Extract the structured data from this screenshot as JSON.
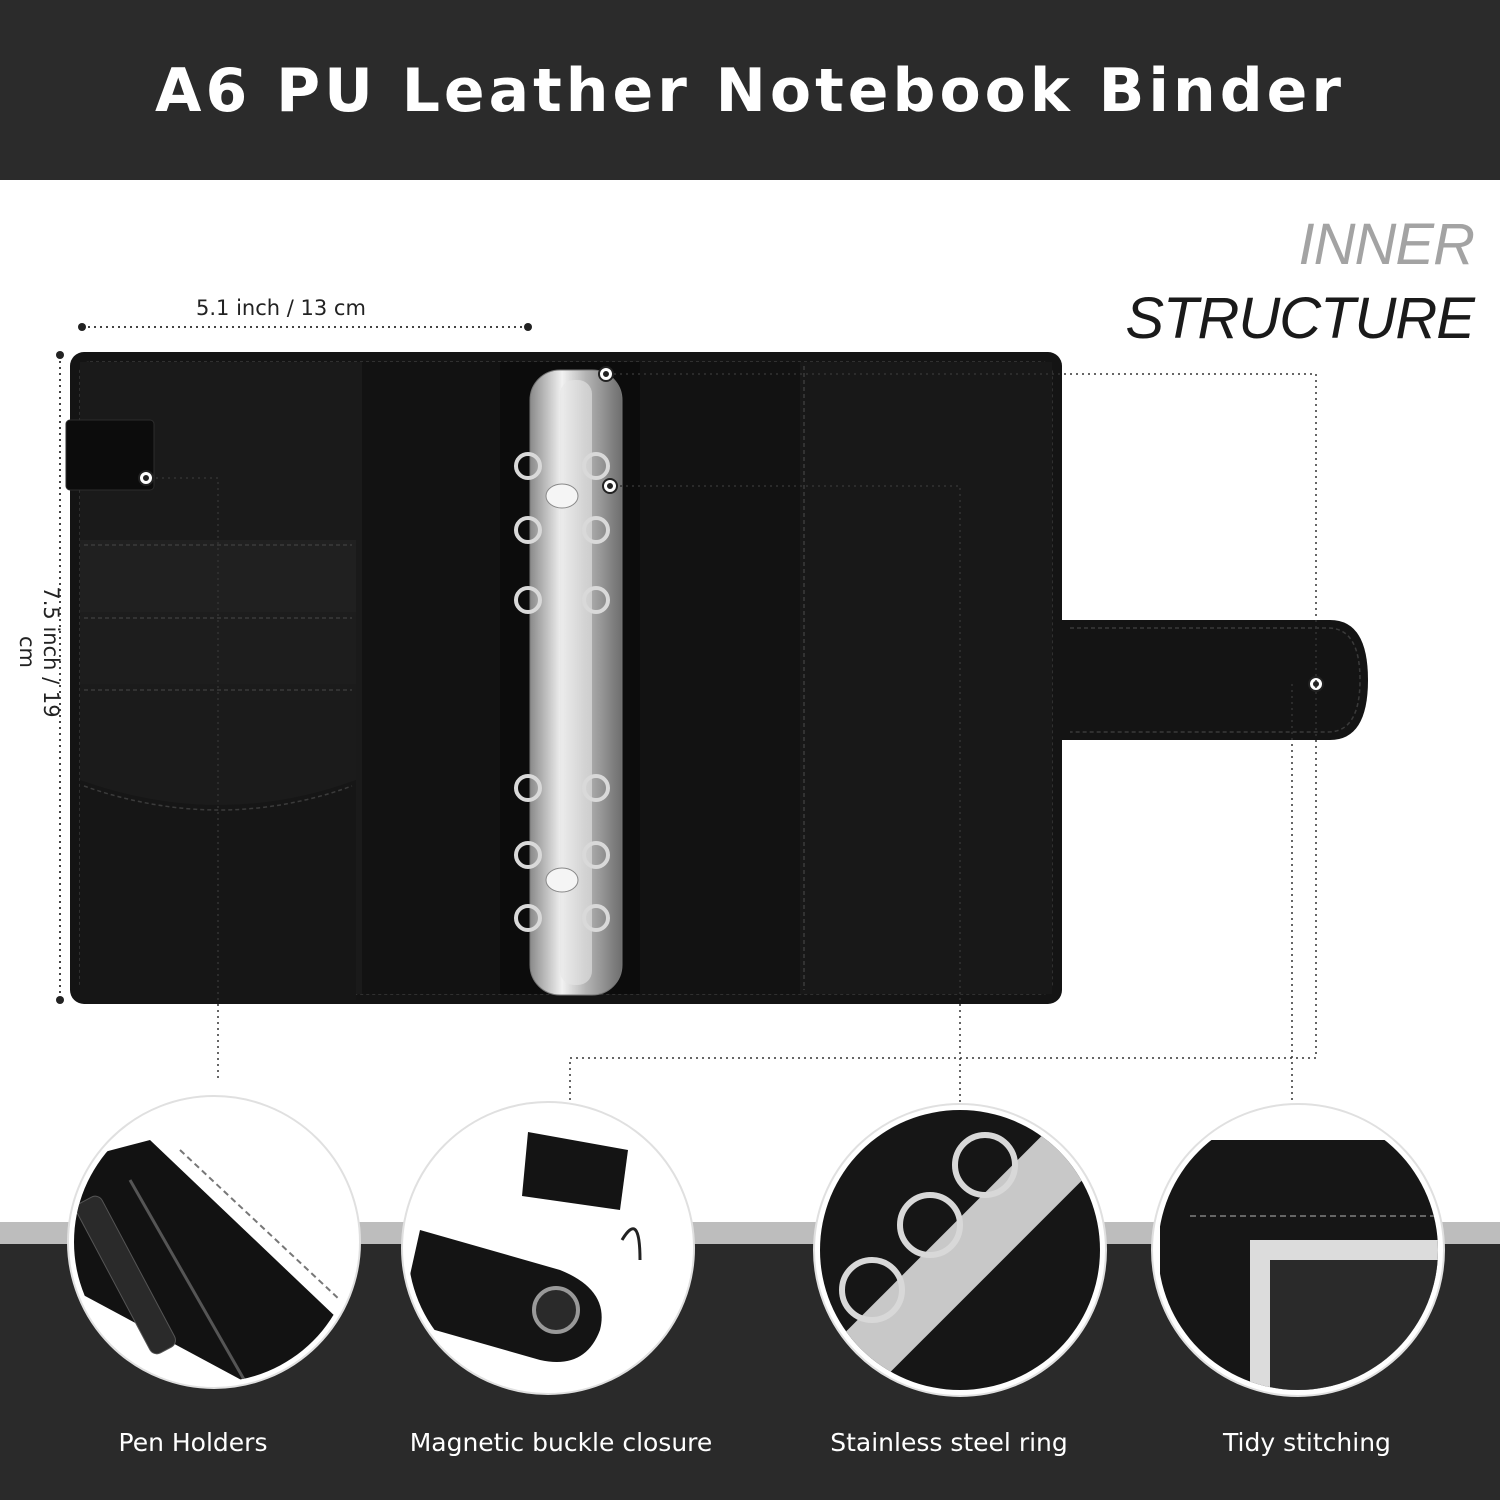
{
  "title": "A6 PU Leather Notebook Binder",
  "section_heading": {
    "line1": "INNER",
    "line2": "STRUCTURE"
  },
  "dimensions": {
    "width": "5.1 inch / 13 cm",
    "height": "7.5 inch / 19 cm"
  },
  "features": [
    {
      "label": "Pen Holders",
      "icon": "pen-holder"
    },
    {
      "label": "Magnetic buckle closure",
      "icon": "magnet-button"
    },
    {
      "label": "Stainless steel ring",
      "icon": "binder-rings"
    },
    {
      "label": "Tidy stitching",
      "icon": "stitching"
    }
  ],
  "colors": {
    "header_bg": "#2b2b2b",
    "binder": "#111111",
    "accent_gray": "#a3a3a3",
    "metal": "#c8c8c8"
  }
}
